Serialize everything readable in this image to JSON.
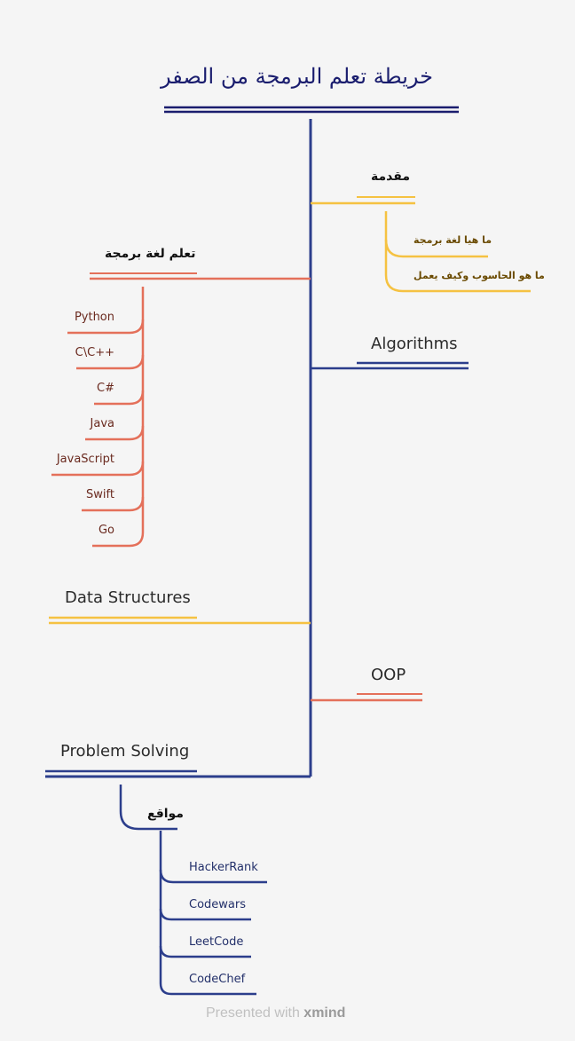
{
  "title": "خريطة تعلم البرمجة من الصفر",
  "branches": {
    "intro": {
      "label": "مقدمة",
      "children": [
        "ما هيا لغة برمجة",
        "ما هو الحاسوب وكيف يعمل"
      ]
    },
    "learn_language": {
      "label": "تعلم لغة برمجة",
      "children": [
        "Python",
        "C\\C++",
        "C#",
        "Java",
        "JavaScript",
        "Swift",
        "Go"
      ]
    },
    "algorithms": {
      "label": "Algorithms"
    },
    "data_structures": {
      "label": "Data Structures"
    },
    "oop": {
      "label": "OOP"
    },
    "problem_solving": {
      "label": "Problem Solving",
      "sites": {
        "label": "مواقع",
        "children": [
          "HackerRank",
          "Codewars",
          "LeetCode",
          "CodeChef"
        ]
      }
    }
  },
  "colors": {
    "navy": "#1a1d6e",
    "blue": "#2c3e8c",
    "gold": "#f5c242",
    "orange": "#e4705a"
  },
  "footer": {
    "prefix": "Presented with",
    "brand": "xmind"
  }
}
